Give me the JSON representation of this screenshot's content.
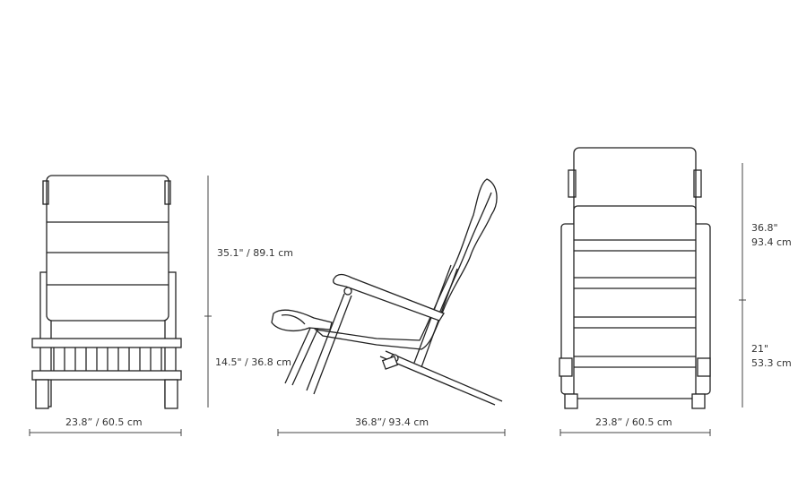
{
  "views": {
    "front": {
      "width_label": "23.8” / 60.5 cm",
      "height_label": "35.1\" / 89.1 cm",
      "seat_height_label": "14.5\" / 36.8 cm"
    },
    "side": {
      "depth_label": "36.8”/ 93.4 cm"
    },
    "back": {
      "width_label": "23.8” / 60.5 cm",
      "height_in": "36.8\"",
      "height_cm": "93.4 cm",
      "seat_in": "21\"",
      "seat_cm": "53.3 cm"
    }
  }
}
